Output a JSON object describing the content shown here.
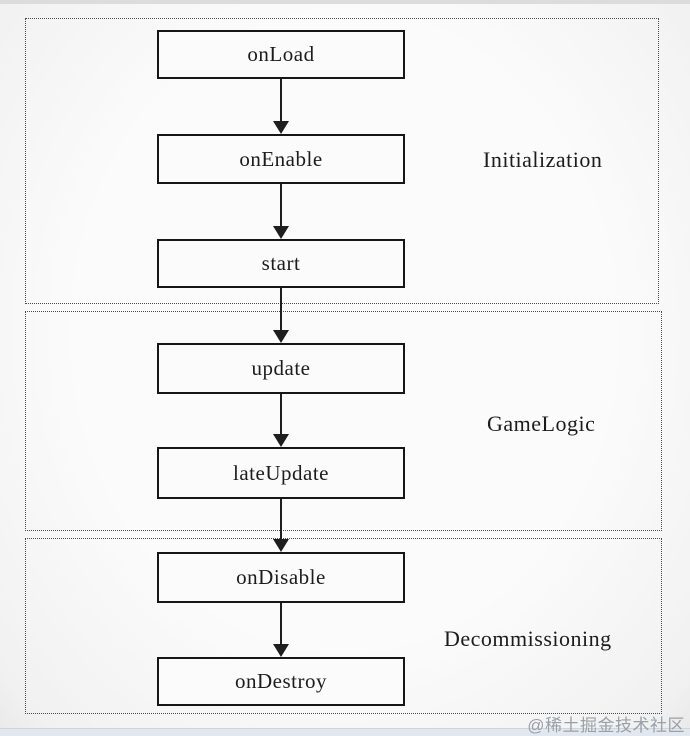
{
  "sections": [
    {
      "label": "Initialization"
    },
    {
      "label": "GameLogic"
    },
    {
      "label": "Decommissioning"
    }
  ],
  "nodes": [
    "onLoad",
    "onEnable",
    "start",
    "update",
    "lateUpdate",
    "onDisable",
    "onDestroy"
  ],
  "edges": [
    {
      "from": "onLoad",
      "to": "onEnable"
    },
    {
      "from": "onEnable",
      "to": "start"
    },
    {
      "from": "start",
      "to": "update"
    },
    {
      "from": "update",
      "to": "lateUpdate"
    },
    {
      "from": "lateUpdate",
      "to": "onDisable"
    },
    {
      "from": "onDisable",
      "to": "onDestroy"
    }
  ],
  "watermark": "@稀土掘金技术社区",
  "colors": {
    "box_border": "#161616",
    "arrow": "#1e1e1e",
    "section_border": "#4a4a4a",
    "text": "#1c1c1c",
    "watermark": "#99a1a8"
  }
}
